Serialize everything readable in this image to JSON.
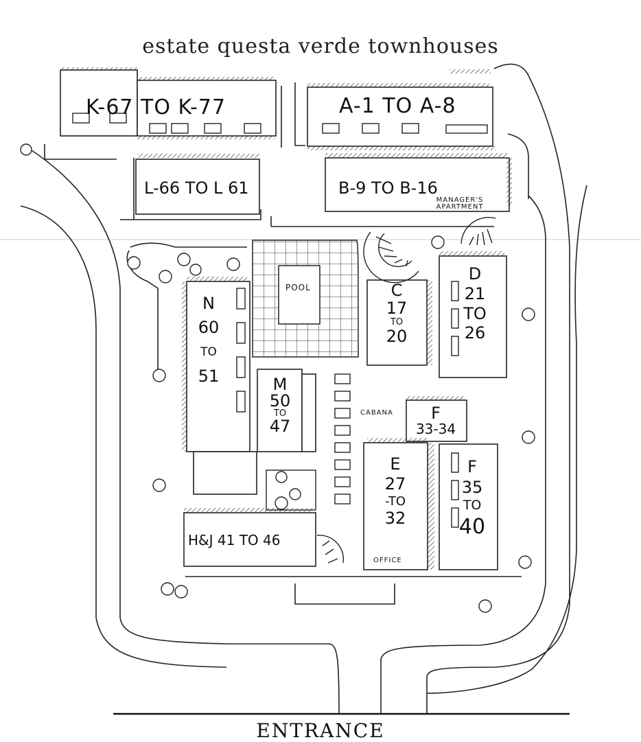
{
  "title": "estate questa verde townhouses",
  "entrance": "ENTRANCE",
  "buildings": {
    "k": "K-67  TO  K-77",
    "a": "A-1  TO  A-8",
    "l": "L-66 TO L 61",
    "b": "B-9  TO  B-16",
    "manager": [
      "MANAGER'S",
      "APARTMENT"
    ],
    "n": [
      "N",
      "60",
      "TO",
      "51"
    ],
    "c": [
      "C",
      "17",
      "TO",
      "20"
    ],
    "d": [
      "D",
      "21",
      "TO",
      "26"
    ],
    "m": [
      "M",
      "50",
      "TO",
      "47"
    ],
    "f1": [
      "F",
      "33-34"
    ],
    "e": [
      "E",
      "27",
      "-TO",
      "32"
    ],
    "f2": [
      "F",
      "35",
      "TO",
      "40"
    ],
    "hj": "H&J 41 TO 46"
  },
  "amenities": {
    "pool": "POOL",
    "cabana": "CABANA",
    "office": "OFFICE"
  }
}
